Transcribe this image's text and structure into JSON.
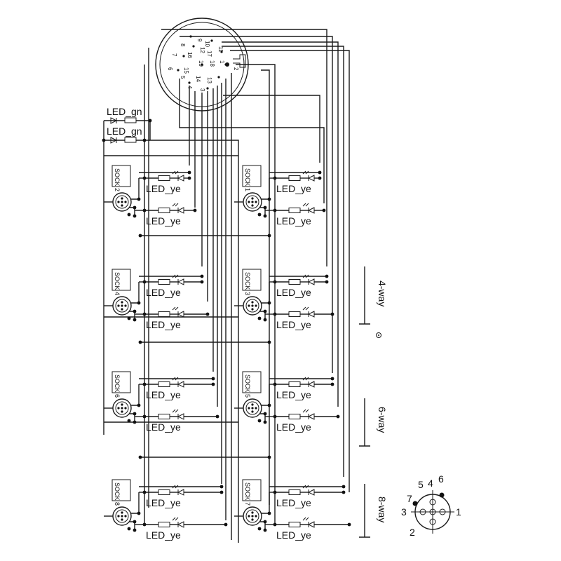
{
  "connector": {
    "pins_top": [
      "9",
      "10",
      "8",
      "12",
      "11",
      "7",
      "16",
      "17",
      "18",
      "19",
      "1",
      "2",
      "6",
      "15",
      "5",
      "14",
      "13",
      "4",
      "3"
    ]
  },
  "labels": {
    "led_gn": "LED_gn",
    "led_ye": "LED_ye"
  },
  "sockets": [
    "SOCK 1",
    "SOCK 2",
    "SOCK 3",
    "SOCK 4",
    "SOCK 5",
    "SOCK 6",
    "SOCK 7",
    "SOCK 8"
  ],
  "variants": {
    "four": "4-way",
    "six": "6-way",
    "eight": "8-way"
  },
  "pinout": {
    "pins": [
      "1",
      "2",
      "3",
      "4",
      "5",
      "6",
      "7"
    ]
  },
  "colors": {
    "line": "#1a1a1a",
    "background": "#ffffff"
  }
}
